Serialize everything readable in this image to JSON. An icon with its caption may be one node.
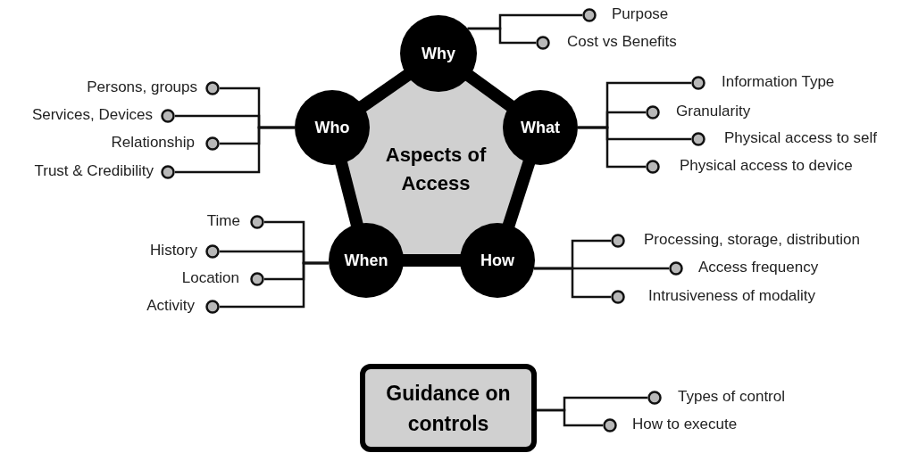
{
  "diagram": {
    "nodes": [
      {
        "text": [
          "Aspects of Access"
        ]
      },
      {
        "text": [
          "Why"
        ]
      },
      {
        "text": [
          "Purpose"
        ]
      },
      {
        "text": [
          "Cost vs Benefits"
        ]
      },
      {
        "text": [
          "What"
        ]
      },
      {
        "text": [
          "Information Type"
        ]
      },
      {
        "text": [
          "Granularity"
        ]
      },
      {
        "text": [
          "Physical access to self"
        ]
      },
      {
        "text": [
          "Physical access to device"
        ]
      },
      {
        "text": [
          "How"
        ]
      },
      {
        "text": [
          "Processing, storage, distribution"
        ]
      },
      {
        "text": [
          "Access frequency"
        ]
      },
      {
        "text": [
          "Intrusiveness of modality"
        ]
      },
      {
        "text": [
          "When"
        ]
      },
      {
        "text": [
          "Time"
        ]
      },
      {
        "text": [
          "History"
        ]
      },
      {
        "text": [
          "Location"
        ]
      },
      {
        "text": [
          "Activity"
        ]
      },
      {
        "text": [
          "Who"
        ]
      },
      {
        "text": [
          "Persons, groups"
        ]
      },
      {
        "text": [
          "Services, Devices"
        ]
      },
      {
        "text": [
          "Relationship"
        ]
      },
      {
        "text": [
          "Trust & Credibility"
        ]
      },
      {
        "text": [
          "Guidance on controls"
        ]
      },
      {
        "text": [
          "Types of control"
        ]
      },
      {
        "text": [
          "How to execute"
        ]
      }
    ],
    "edges": [
      {
        "from": 1,
        "to": 2,
        "arrow": "other"
      },
      {
        "from": 1,
        "to": 3,
        "arrow": "other"
      },
      {
        "from": 4,
        "to": 5,
        "arrow": "other"
      },
      {
        "from": 4,
        "to": 6,
        "arrow": "other"
      },
      {
        "from": 4,
        "to": 7,
        "arrow": "other"
      },
      {
        "from": 4,
        "to": 8,
        "arrow": "other"
      },
      {
        "from": 9,
        "to": 10,
        "arrow": "other"
      },
      {
        "from": 9,
        "to": 11,
        "arrow": "other"
      },
      {
        "from": 9,
        "to": 12,
        "arrow": "other"
      },
      {
        "from": 13,
        "to": 14,
        "arrow": "other"
      },
      {
        "from": 13,
        "to": 15,
        "arrow": "other"
      },
      {
        "from": 13,
        "to": 16,
        "arrow": "other"
      },
      {
        "from": 13,
        "to": 17,
        "arrow": "other"
      },
      {
        "from": 18,
        "to": 19,
        "arrow": "other"
      },
      {
        "from": 18,
        "to": 20,
        "arrow": "other"
      },
      {
        "from": 18,
        "to": 21,
        "arrow": "other"
      },
      {
        "from": 18,
        "to": 22,
        "arrow": "other"
      },
      {
        "from": 23,
        "to": 24,
        "arrow": "other"
      },
      {
        "from": 23,
        "to": 25,
        "arrow": "other"
      }
    ]
  }
}
